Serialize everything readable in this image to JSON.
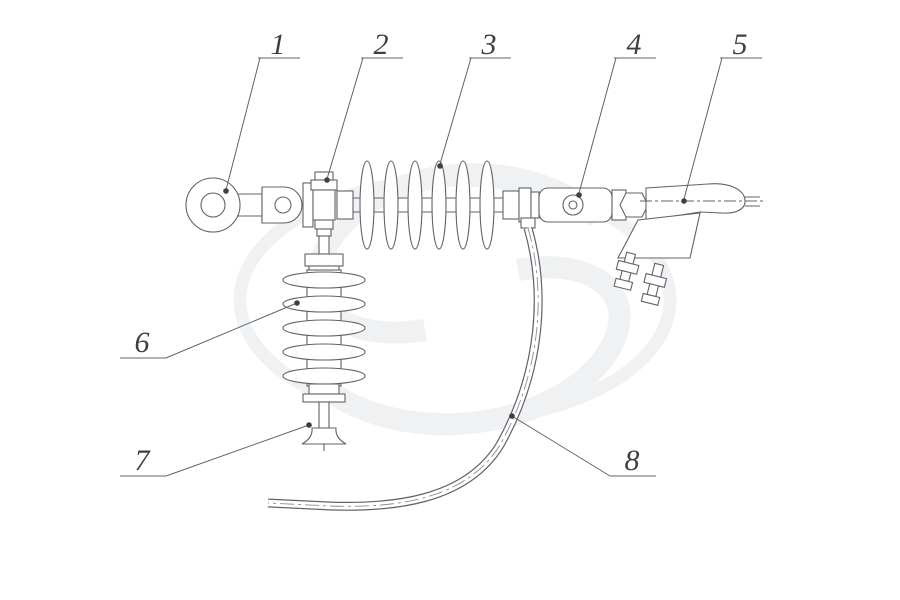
{
  "callouts": [
    {
      "label": "1"
    },
    {
      "label": "2"
    },
    {
      "label": "3"
    },
    {
      "label": "4"
    },
    {
      "label": "5"
    },
    {
      "label": "6"
    },
    {
      "label": "7"
    },
    {
      "label": "8"
    }
  ],
  "colors": {
    "background": "#ffffff",
    "line": "#5f6368",
    "callout_text": "#3c4043",
    "watermark": "#e4e7e9"
  }
}
